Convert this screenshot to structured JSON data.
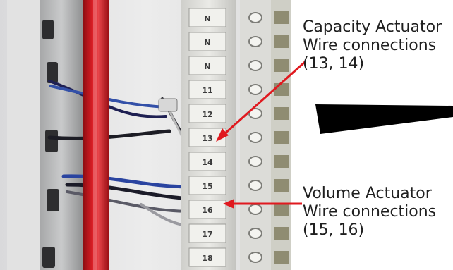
{
  "photo": {
    "terminal_labels": [
      "N",
      "N",
      "N",
      "11",
      "12",
      "13",
      "14",
      "15",
      "16",
      "17",
      "18"
    ]
  },
  "callouts": {
    "capacity": {
      "line1": "Capacity Actuator",
      "line2": "Wire connections",
      "line3": "(13, 14)"
    },
    "volume": {
      "line1": "Volume Actuator",
      "line2": "Wire connections",
      "line3": "(15, 16)"
    }
  },
  "colors": {
    "arrow": "#e0191f",
    "red_cable": "#c8161c",
    "terminal_block": "#e6e6e2",
    "panel_background": "#e9e9ea"
  }
}
